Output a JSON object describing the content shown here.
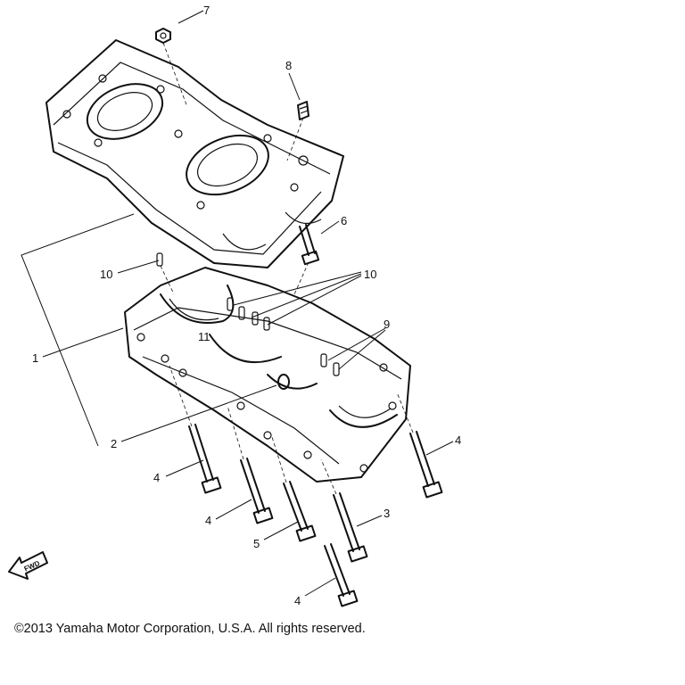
{
  "diagram": {
    "callouts": {
      "c1": "1",
      "c2": "2",
      "c3": "3",
      "c4a": "4",
      "c4b": "4",
      "c4c": "4",
      "c4d": "4",
      "c5": "5",
      "c6": "6",
      "c7": "7",
      "c8": "8",
      "c9": "9",
      "c10a": "10",
      "c10b": "10",
      "c11": "11"
    },
    "forward_arrow": "FWD",
    "icons": {
      "forward_arrow": "forward-arrow-icon"
    }
  },
  "footer": {
    "copyright": "©2013 Yamaha Motor Corporation, U.S.A. All rights reserved."
  }
}
